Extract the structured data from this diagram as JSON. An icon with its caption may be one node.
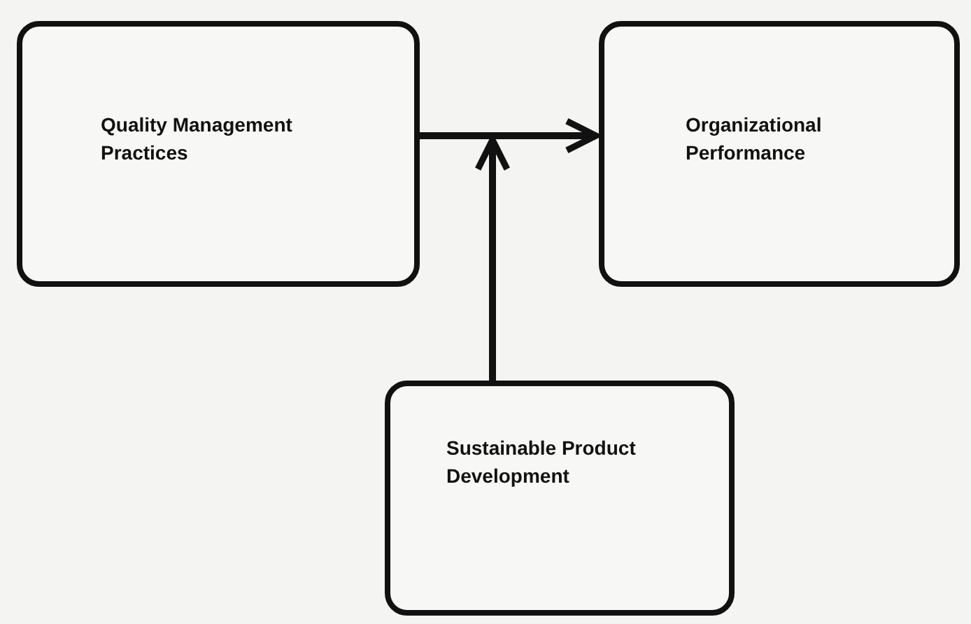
{
  "diagram": {
    "nodes": [
      {
        "text": [
          "Quality Management Practices"
        ]
      },
      {
        "text": [
          "Organizational Performance"
        ]
      },
      {
        "text": [
          "Sustainable Product Development"
        ]
      }
    ],
    "edges": [
      {
        "from": 0,
        "to": 1,
        "arrow": "to"
      },
      {
        "from": 2,
        "to": null,
        "arrow": "to"
      }
    ]
  }
}
